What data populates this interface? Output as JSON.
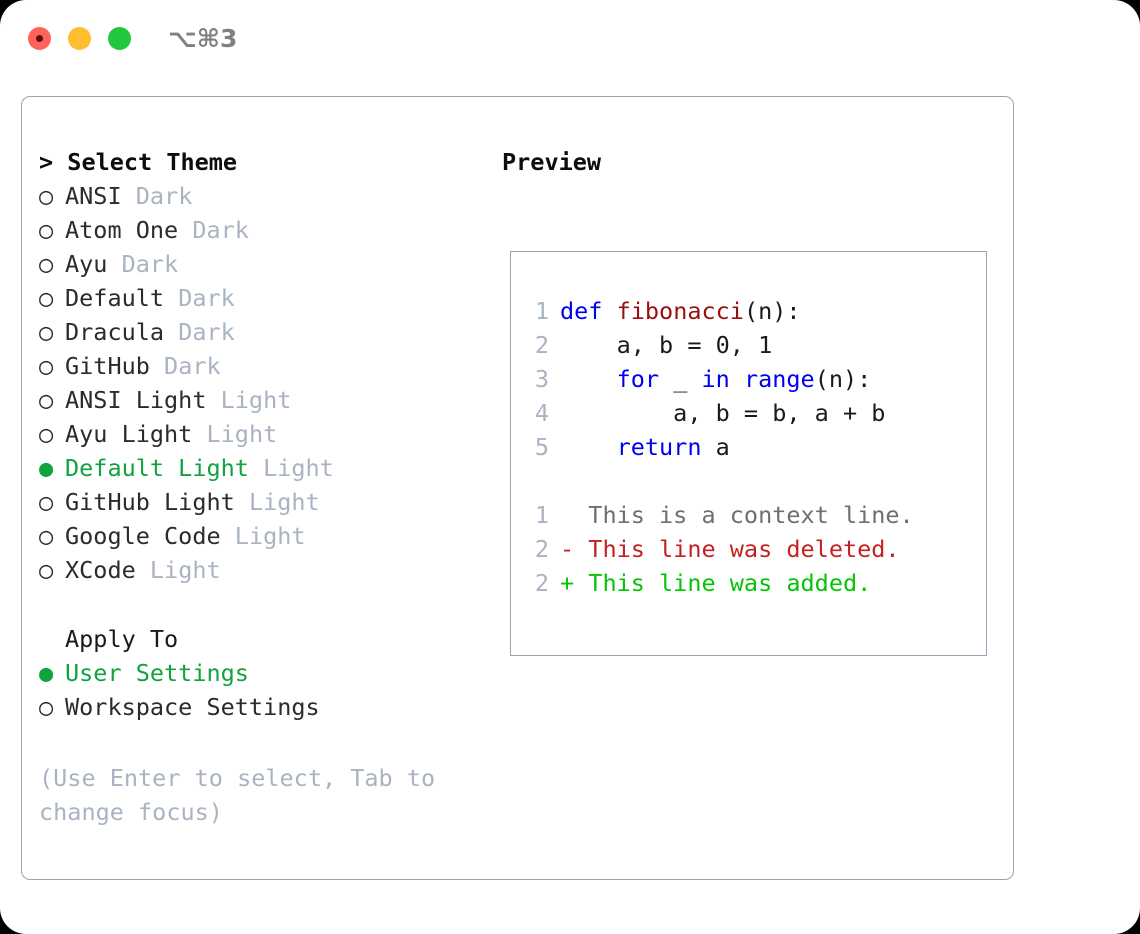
{
  "window": {
    "shortcut_label": "⌥⌘3",
    "traffic_lights": [
      {
        "name": "close",
        "color": "#ff6259"
      },
      {
        "name": "minimize",
        "color": "#ffbe2f"
      },
      {
        "name": "zoom",
        "color": "#21c73c"
      }
    ]
  },
  "colors": {
    "accent_green": "#11a33f",
    "muted": "#a9b3c1",
    "border": "#97a3b4",
    "keyword_blue": "#0000f0",
    "function_red": "#9c0f0f",
    "diff_deleted": "#c42222",
    "diff_added": "#05c405",
    "context_gray": "#6f6f6f"
  },
  "theme_list": {
    "header": "> Select Theme",
    "items": [
      {
        "marker": "○",
        "name": "ANSI",
        "kind": "Dark",
        "selected": false
      },
      {
        "marker": "○",
        "name": "Atom One",
        "kind": "Dark",
        "selected": false
      },
      {
        "marker": "○",
        "name": "Ayu",
        "kind": "Dark",
        "selected": false
      },
      {
        "marker": "○",
        "name": "Default",
        "kind": "Dark",
        "selected": false
      },
      {
        "marker": "○",
        "name": "Dracula",
        "kind": "Dark",
        "selected": false
      },
      {
        "marker": "○",
        "name": "GitHub",
        "kind": "Dark",
        "selected": false
      },
      {
        "marker": "○",
        "name": "ANSI Light",
        "kind": "Light",
        "selected": false
      },
      {
        "marker": "○",
        "name": "Ayu Light",
        "kind": "Light",
        "selected": false
      },
      {
        "marker": "●",
        "name": "Default Light",
        "kind": "Light",
        "selected": true
      },
      {
        "marker": "○",
        "name": "GitHub Light",
        "kind": "Light",
        "selected": false
      },
      {
        "marker": "○",
        "name": "Google Code",
        "kind": "Light",
        "selected": false
      },
      {
        "marker": "○",
        "name": "XCode",
        "kind": "Light",
        "selected": false
      }
    ]
  },
  "apply_to": {
    "header": "Apply To",
    "options": [
      {
        "marker": "●",
        "label": "User Settings",
        "selected": true
      },
      {
        "marker": "○",
        "label": "Workspace Settings",
        "selected": false
      }
    ]
  },
  "hint": "(Use Enter to select, Tab to change focus)",
  "preview": {
    "title": "Preview",
    "code_lines": [
      {
        "num": "1",
        "tokens": [
          {
            "t": "def",
            "c": "kw"
          },
          {
            "t": " ",
            "c": "pl"
          },
          {
            "t": "fibonacci",
            "c": "fn"
          },
          {
            "t": "(n):",
            "c": "pl"
          }
        ]
      },
      {
        "num": "2",
        "tokens": [
          {
            "t": "    a, b = 0, 1",
            "c": "pl"
          }
        ]
      },
      {
        "num": "3",
        "tokens": [
          {
            "t": "    ",
            "c": "pl"
          },
          {
            "t": "for",
            "c": "kw"
          },
          {
            "t": " _ ",
            "c": "pl"
          },
          {
            "t": "in",
            "c": "kw"
          },
          {
            "t": " ",
            "c": "pl"
          },
          {
            "t": "range",
            "c": "kw"
          },
          {
            "t": "(n):",
            "c": "pl"
          }
        ]
      },
      {
        "num": "4",
        "tokens": [
          {
            "t": "        a, b = b, a + b",
            "c": "pl"
          }
        ]
      },
      {
        "num": "5",
        "tokens": [
          {
            "t": "    ",
            "c": "pl"
          },
          {
            "t": "return",
            "c": "kw"
          },
          {
            "t": " a",
            "c": "pl"
          }
        ]
      }
    ],
    "diff_lines": [
      {
        "num": "1",
        "text": "  This is a context line.",
        "style": "ctx"
      },
      {
        "num": "2",
        "text": "- This line was deleted.",
        "style": "del"
      },
      {
        "num": "2",
        "text": "+ This line was added.",
        "style": "add"
      }
    ]
  }
}
